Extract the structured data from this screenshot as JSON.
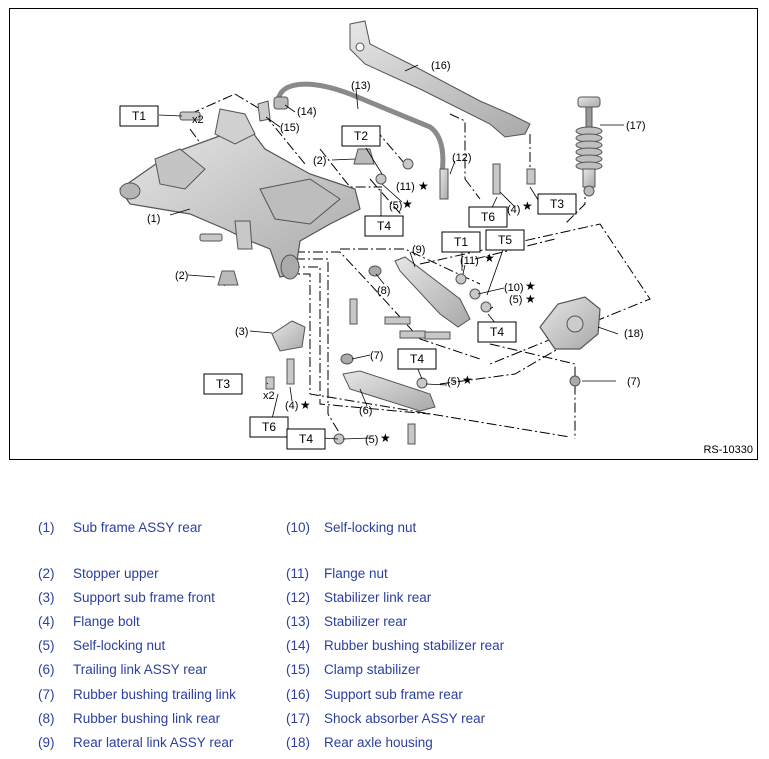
{
  "figure": {
    "id": "RS-10330",
    "torque_boxes": [
      "T1",
      "T2",
      "T3",
      "T4",
      "T5",
      "T6"
    ],
    "callouts": {
      "c1": "(1)",
      "c2": "(2)",
      "c3": "(3)",
      "c4": "(4)",
      "c5": "(5)",
      "c6": "(6)",
      "c7": "(7)",
      "c8": "(8)",
      "c9": "(9)",
      "c10": "(10)",
      "c11": "(11)",
      "c12": "(12)",
      "c13": "(13)",
      "c14": "(14)",
      "c15": "(15)",
      "c16": "(16)",
      "c17": "(17)",
      "c18": "(18)"
    },
    "qty_x2": "x2",
    "star": "★"
  },
  "legend": [
    {
      "num": "(1)",
      "label": "Sub frame ASSY rear"
    },
    {
      "num": "(2)",
      "label": "Stopper upper"
    },
    {
      "num": "(3)",
      "label": "Support sub frame front"
    },
    {
      "num": "(4)",
      "label": "Flange bolt"
    },
    {
      "num": "(5)",
      "label": "Self-locking nut"
    },
    {
      "num": "(6)",
      "label": "Trailing link ASSY rear"
    },
    {
      "num": "(7)",
      "label": "Rubber bushing trailing link"
    },
    {
      "num": "(8)",
      "label": "Rubber bushing link rear"
    },
    {
      "num": "(9)",
      "label": "Rear lateral link ASSY rear"
    },
    {
      "num": "(10)",
      "label": "Self-locking nut"
    },
    {
      "num": "(11)",
      "label": "Flange nut"
    },
    {
      "num": "(12)",
      "label": "Stabilizer link rear"
    },
    {
      "num": "(13)",
      "label": "Stabilizer rear"
    },
    {
      "num": "(14)",
      "label": "Rubber bushing stabilizer rear"
    },
    {
      "num": "(15)",
      "label": "Clamp stabilizer"
    },
    {
      "num": "(16)",
      "label": "Support sub frame rear"
    },
    {
      "num": "(17)",
      "label": "Shock absorber ASSY rear"
    },
    {
      "num": "(18)",
      "label": "Rear axle housing"
    }
  ]
}
